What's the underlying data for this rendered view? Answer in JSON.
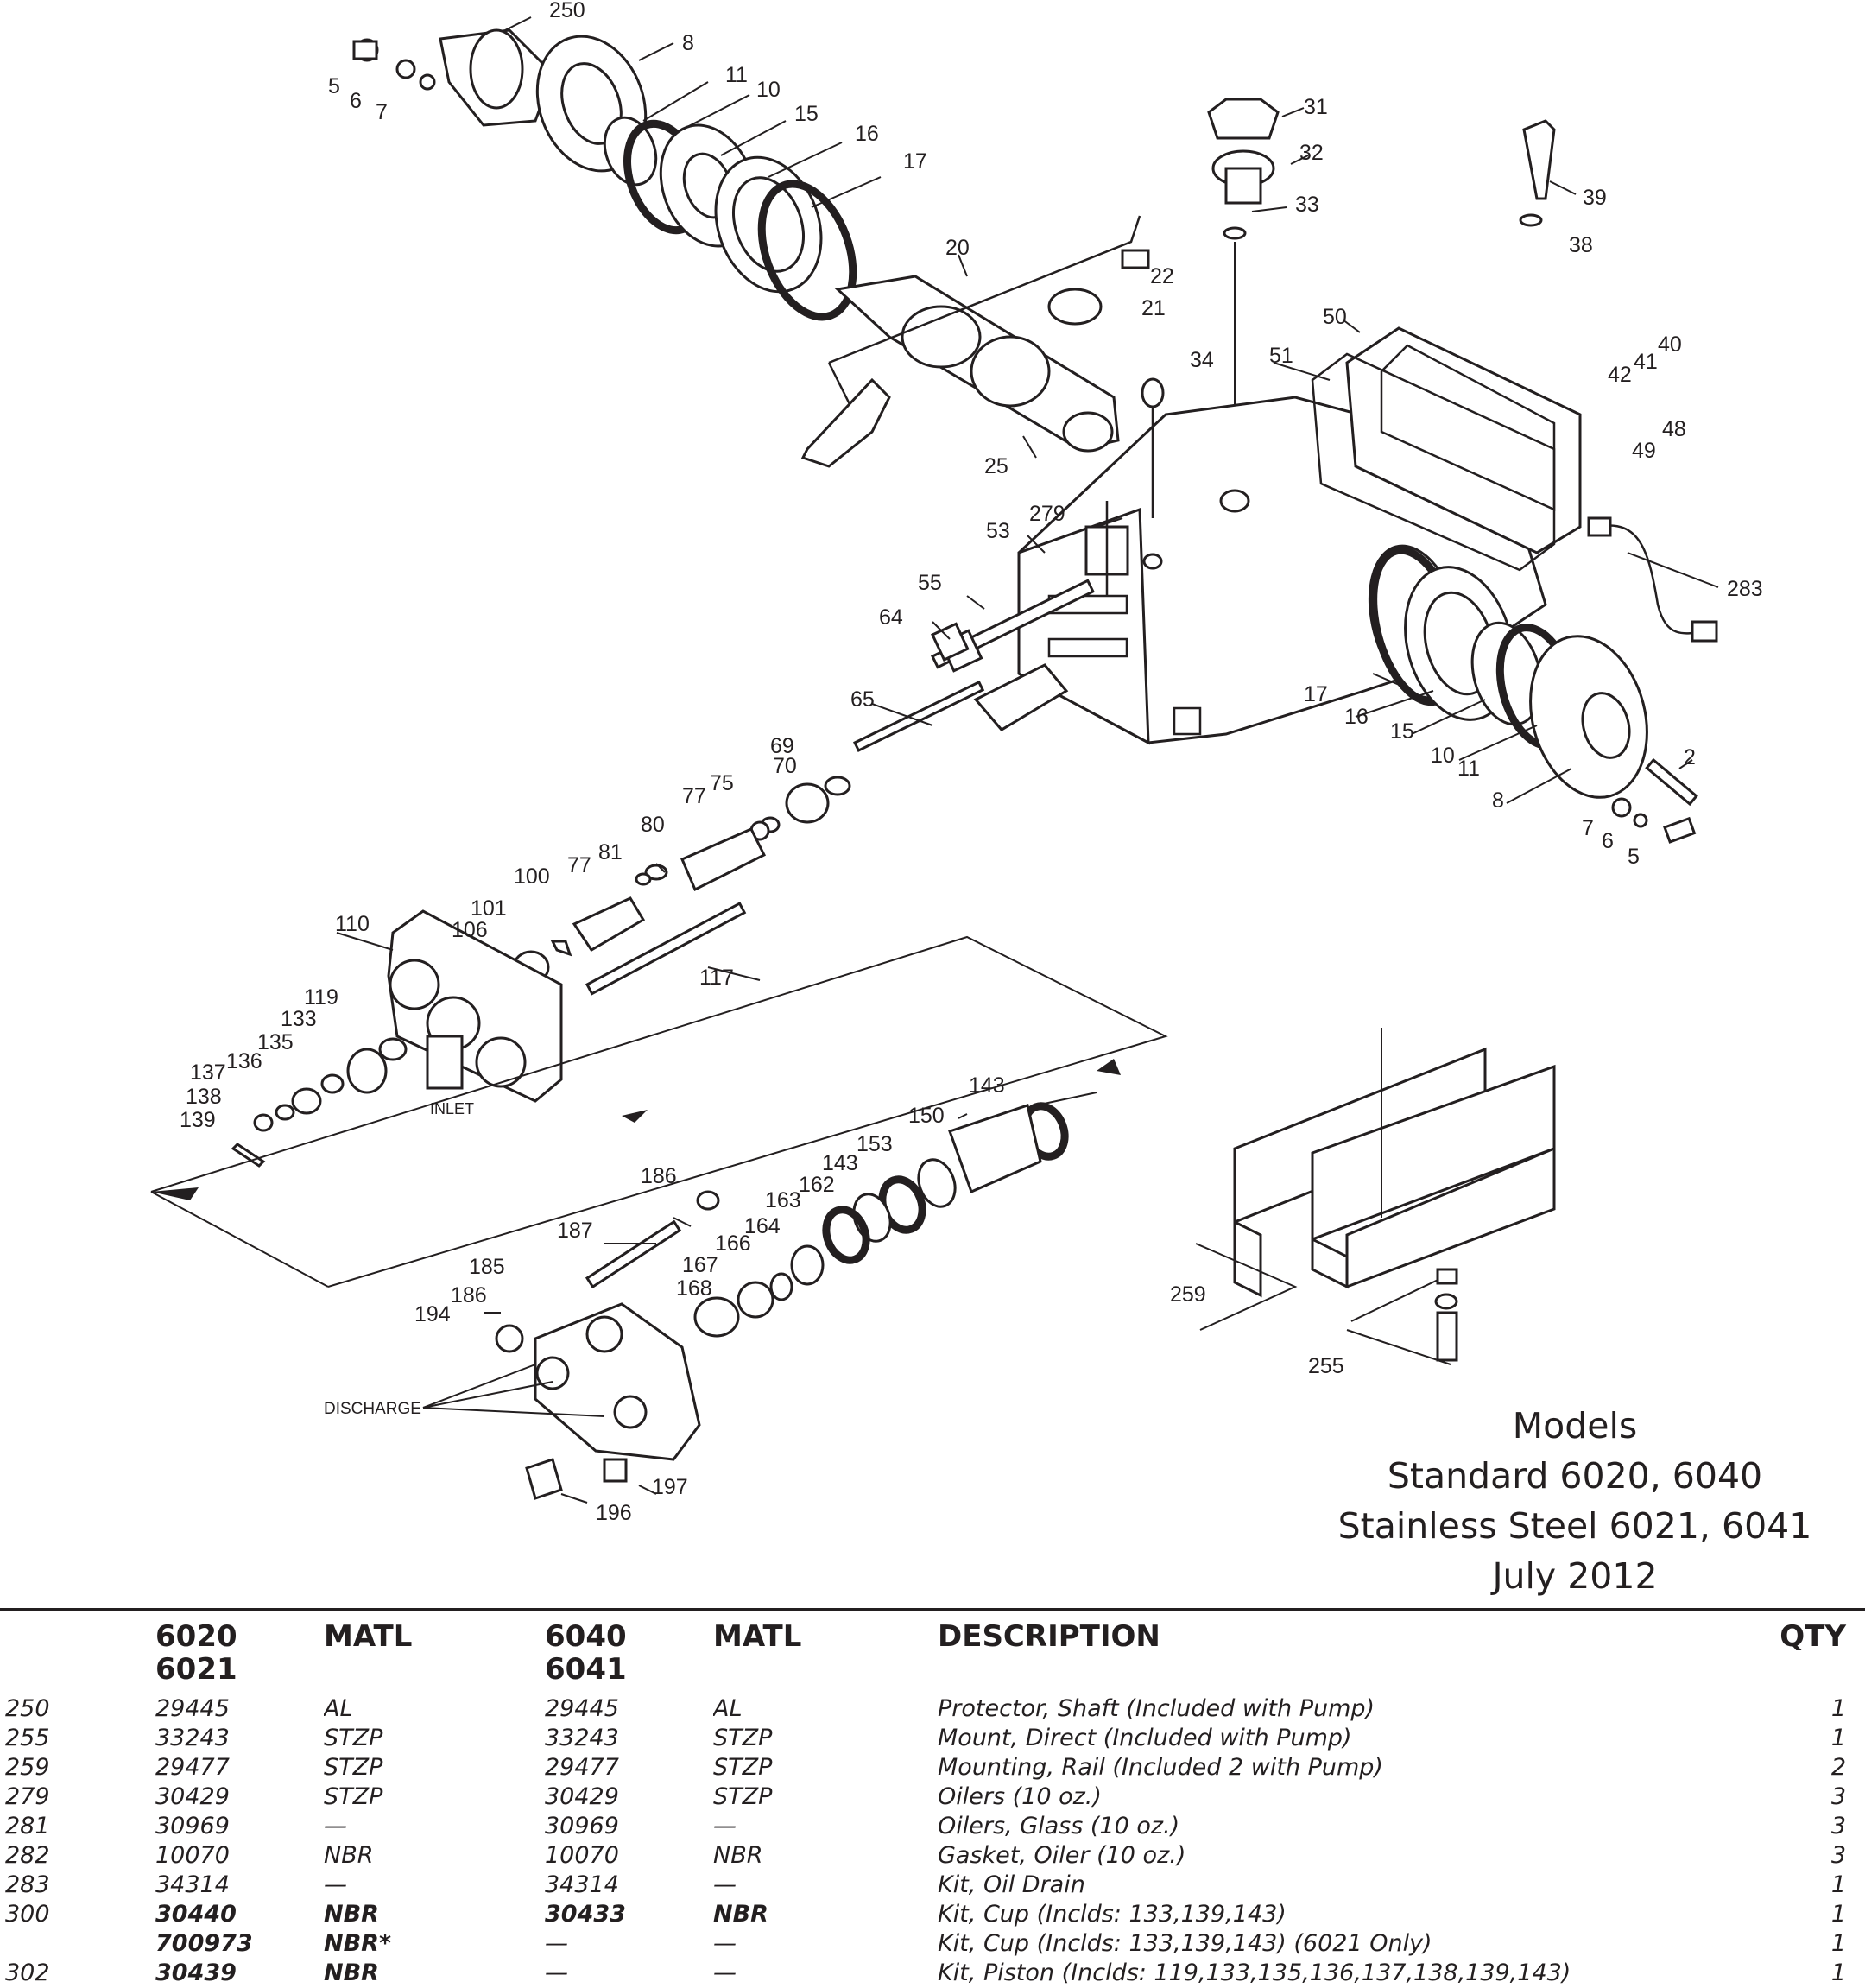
{
  "diagram": {
    "callouts": [
      "250",
      "8",
      "11",
      "10",
      "15",
      "16",
      "17",
      "5",
      "6",
      "7",
      "20",
      "22",
      "21",
      "25",
      "31",
      "32",
      "33",
      "39",
      "38",
      "50",
      "51",
      "40",
      "41",
      "42",
      "48",
      "49",
      "34",
      "279",
      "53",
      "55",
      "64",
      "65",
      "283",
      "17",
      "16",
      "15",
      "10",
      "11",
      "2",
      "8",
      "7",
      "6",
      "5",
      "69",
      "70",
      "75",
      "77",
      "80",
      "81",
      "77",
      "100",
      "101",
      "106",
      "110",
      "117",
      "119",
      "133",
      "135",
      "136",
      "137",
      "138",
      "139",
      "143",
      "150",
      "153",
      "143",
      "162",
      "163",
      "164",
      "166",
      "167",
      "168",
      "186",
      "187",
      "185",
      "186",
      "194",
      "197",
      "196",
      "259",
      "255"
    ],
    "inlet_label": "INLET",
    "discharge_label": "DISCHARGE"
  },
  "models": {
    "line1": "Models",
    "line2": "Standard 6020, 6040",
    "line3": "Stainless Steel 6021, 6041",
    "line4": "July 2012"
  },
  "table": {
    "headers": {
      "col1_a": "6020",
      "col1_b": "6021",
      "matl1": "MATL",
      "col2_a": "6040",
      "col2_b": "6041",
      "matl2": "MATL",
      "description": "DESCRIPTION",
      "qty": "QTY"
    },
    "rows": [
      {
        "ref": "250",
        "p1": "29445",
        "m1": "AL",
        "p2": "29445",
        "m2": "AL",
        "desc": "Protector, Shaft (Included with Pump)",
        "qty": "1"
      },
      {
        "ref": "255",
        "p1": "33243",
        "m1": "STZP",
        "p2": "33243",
        "m2": "STZP",
        "desc": "Mount, Direct (Included with Pump)",
        "qty": "1"
      },
      {
        "ref": "259",
        "p1": "29477",
        "m1": "STZP",
        "p2": "29477",
        "m2": "STZP",
        "desc": "Mounting, Rail (Included 2 with Pump)",
        "qty": "2"
      },
      {
        "ref": "279",
        "p1": "30429",
        "m1": "STZP",
        "p2": "30429",
        "m2": "STZP",
        "desc": "Oilers (10 oz.)",
        "qty": "3"
      },
      {
        "ref": "281",
        "p1": "30969",
        "m1": "—",
        "p2": "30969",
        "m2": "—",
        "desc": "Oilers, Glass (10 oz.)",
        "qty": "3"
      },
      {
        "ref": "282",
        "p1": "10070",
        "m1": "NBR",
        "p2": "10070",
        "m2": "NBR",
        "desc": "Gasket, Oiler (10 oz.)",
        "qty": "3"
      },
      {
        "ref": "283",
        "p1": "34314",
        "m1": "—",
        "p2": "34314",
        "m2": "—",
        "desc": "Kit, Oil Drain",
        "qty": "1"
      },
      {
        "ref": "300",
        "p1": "30440",
        "m1": "NBR",
        "p2": "30433",
        "m2": "NBR",
        "desc": "Kit, Cup (Inclds: 133,139,143)",
        "qty": "1"
      },
      {
        "ref": "",
        "p1": "700973",
        "m1": "NBR*",
        "p2": "—",
        "m2": "—",
        "desc": "Kit, Cup (Inclds: 133,139,143) (6021 Only)",
        "qty": "1"
      },
      {
        "ref": "302",
        "p1": "30439",
        "m1": "NBR",
        "p2": "—",
        "m2": "—",
        "desc": "Kit, Piston (Inclds: 119,133,135,136,137,138,139,143)",
        "qty": "1"
      }
    ]
  }
}
